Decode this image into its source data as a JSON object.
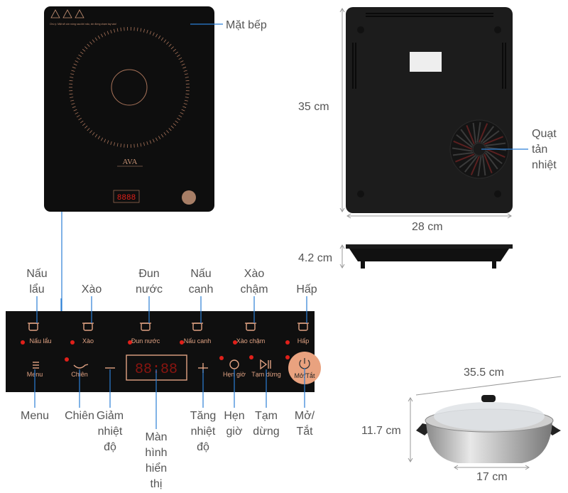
{
  "top_view": {
    "label": "Mặt bếp",
    "brand": "AVA",
    "warning_text": "Chú ý: Mặt sẽ còn nóng sau khi nấu, xin đừng chạm tay vào!"
  },
  "bottom_view": {
    "height_dim": "35 cm",
    "width_dim": "28 cm",
    "fan_label": [
      "Quạt",
      "tản",
      "nhiệt"
    ]
  },
  "side_view": {
    "thickness_dim": "4.2 cm"
  },
  "panel": {
    "modes": [
      {
        "panel_label": "Nấu lẩu",
        "callout": [
          "Nấu",
          "lẩu"
        ],
        "icon": "hotpot-icon"
      },
      {
        "panel_label": "Xào",
        "callout": [
          "Xào"
        ],
        "icon": "wok-icon"
      },
      {
        "panel_label": "Đun nước",
        "callout": [
          "Đun",
          "nước"
        ],
        "icon": "kettle-icon"
      },
      {
        "panel_label": "Nấu canh",
        "callout": [
          "Nấu",
          "canh"
        ],
        "icon": "pot-icon"
      },
      {
        "panel_label": "Xào chậm",
        "callout": [
          "Xào",
          "chậm"
        ],
        "icon": "slow-stirfry-icon"
      },
      {
        "panel_label": "Hấp",
        "callout": [
          "Hấp"
        ],
        "icon": "steamer-icon"
      }
    ],
    "controls": [
      {
        "panel_label": "Menu",
        "callout": [
          "Menu"
        ],
        "icon": "menu-icon"
      },
      {
        "panel_label": "Chiên",
        "callout": [
          "Chiên"
        ],
        "icon": "fry-icon"
      },
      {
        "panel_label": "",
        "callout": [
          "Giảm",
          "nhiệt",
          "độ"
        ],
        "icon": "minus-icon"
      },
      {
        "panel_label": "88:88",
        "callout": [
          "Màn",
          "hình",
          "hiển",
          "thị"
        ],
        "icon": "display"
      },
      {
        "panel_label": "",
        "callout": [
          "Tăng",
          "nhiệt",
          "độ"
        ],
        "icon": "plus-icon"
      },
      {
        "panel_label": "Hẹn giờ",
        "callout": [
          "Hẹn",
          "giờ"
        ],
        "icon": "clock-icon"
      },
      {
        "panel_label": "Tạm dừng",
        "callout": [
          "Tạm",
          "dừng"
        ],
        "icon": "play-pause-icon"
      },
      {
        "panel_label": "Mở/Tắt",
        "callout": [
          "Mở/",
          "Tắt"
        ],
        "icon": "power-icon"
      }
    ],
    "indicator_color": "#e0201a",
    "accent_color": "#e9a27f"
  },
  "pot": {
    "diameter_dim": "35.5 cm",
    "height_dim": "11.7 cm",
    "base_dim": "17 cm"
  },
  "colors": {
    "leader": "#2b7fd6",
    "label": "#555555",
    "cooktop": "#0e0e0e"
  }
}
